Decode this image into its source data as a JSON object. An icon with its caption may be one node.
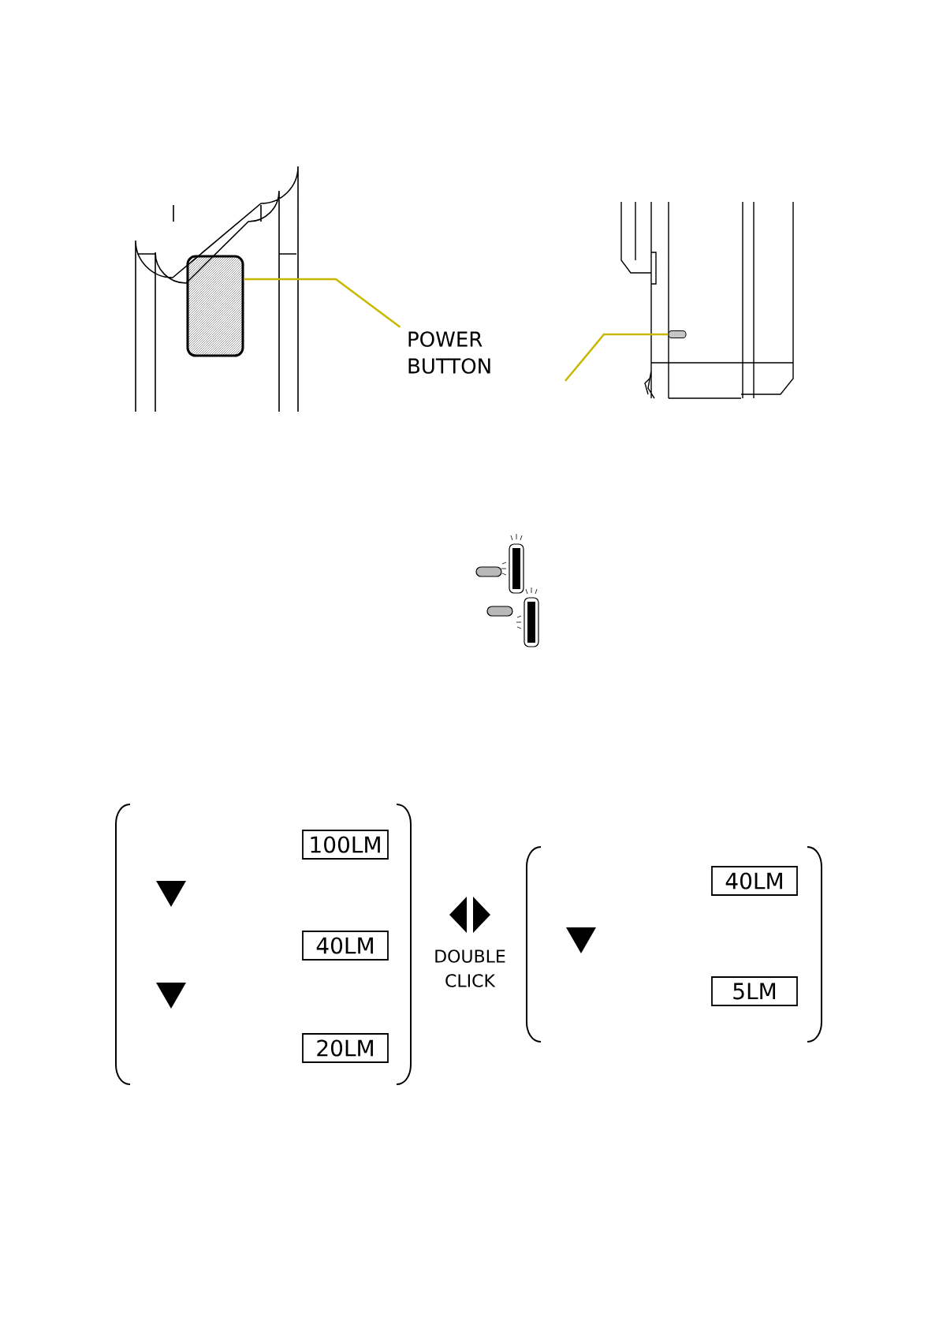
{
  "diagram": {
    "nodes": [
      {
        "text": [
          "POWER BUTTON"
        ]
      },
      {
        "text": [],
        "shape": "box"
      },
      {
        "text": [],
        "shape": "box"
      },
      {
        "text": [
          "100LM"
        ]
      },
      {
        "text": [
          "40LM"
        ]
      },
      {
        "text": [
          "20LM"
        ]
      },
      {
        "text": [
          "40LM"
        ]
      },
      {
        "text": [
          "5LM"
        ]
      }
    ],
    "edges": [
      {
        "from": 0,
        "to": 1,
        "arrow": "none"
      },
      {
        "from": null,
        "to": 2,
        "arrow": "none"
      }
    ],
    "labels": [
      "DOUBLE CLICK"
    ]
  }
}
